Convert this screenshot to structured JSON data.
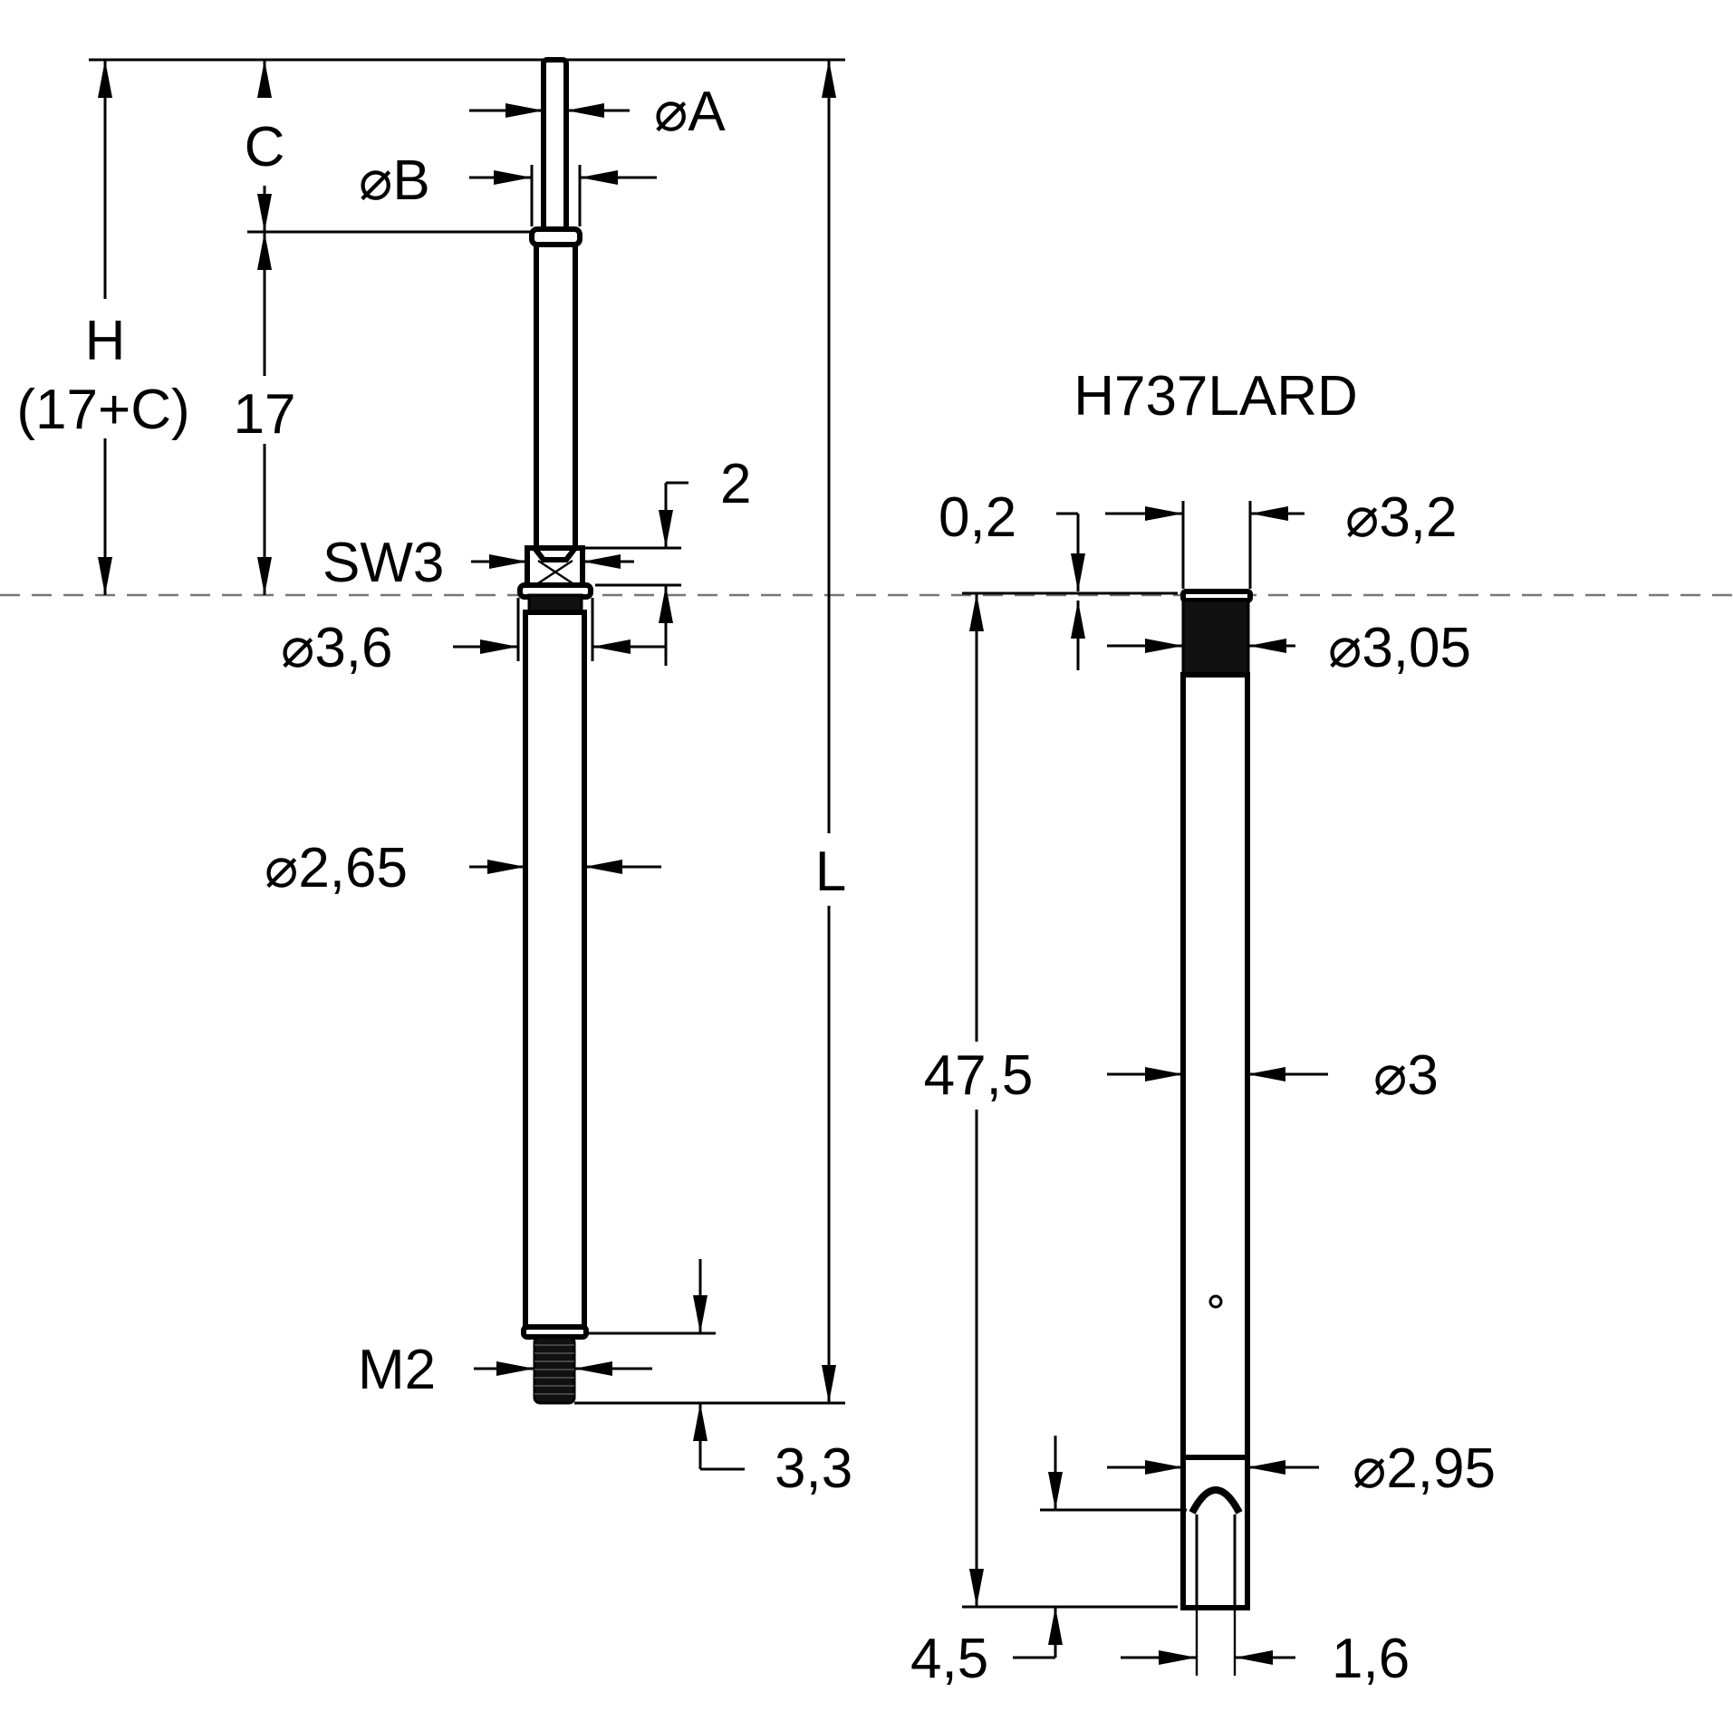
{
  "title": "H737LARD",
  "left_part": {
    "labels": {
      "dia_a": "⌀A",
      "dia_b": "⌀B",
      "c": "C",
      "h": "H",
      "h_formula": "(17+C)",
      "len_17": "17",
      "len_2": "2",
      "sw3": "SW3",
      "dia_3_6": "⌀3,6",
      "dia_2_65": "⌀2,65",
      "l": "L",
      "m2": "M2",
      "len_3_3": "3,3"
    }
  },
  "right_part": {
    "labels": {
      "len_0_2": "0,2",
      "dia_3_2": "⌀3,2",
      "dia_3_05": "⌀3,05",
      "len_47_5": "47,5",
      "dia_3": "⌀3",
      "dia_2_95": "⌀2,95",
      "len_4_5": "4,5",
      "len_1_6": "1,6"
    }
  }
}
